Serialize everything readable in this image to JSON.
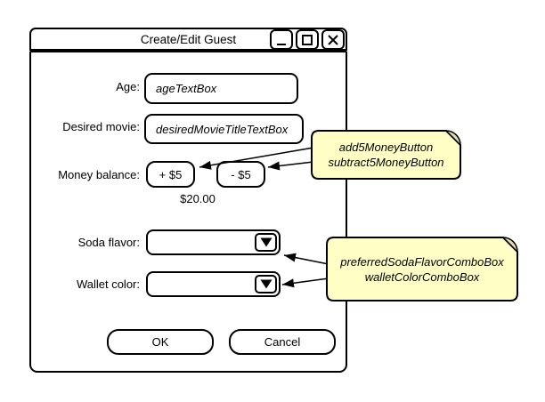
{
  "window": {
    "title": "Create/Edit Guest",
    "controls": [
      {
        "name": "minimize",
        "icon": "minimize-icon"
      },
      {
        "name": "maximize",
        "icon": "maximize-icon"
      },
      {
        "name": "close",
        "icon": "close-icon"
      }
    ]
  },
  "form": {
    "age": {
      "label": "Age:",
      "value": "ageTextBox"
    },
    "desired_movie": {
      "label": "Desired movie:",
      "value": "desiredMovieTitleTextBox"
    },
    "money_balance": {
      "label": "Money balance:",
      "add_button": "+ $5",
      "subtract_button": "- $5",
      "amount": "$20.00"
    },
    "soda_flavor": {
      "label": "Soda flavor:",
      "value": "",
      "icon": "dropdown-arrow-icon"
    },
    "wallet_color": {
      "label": "Wallet color:",
      "value": "",
      "icon": "dropdown-arrow-icon"
    },
    "ok_button": "OK",
    "cancel_button": "Cancel"
  },
  "annotations": {
    "note1": {
      "lines": [
        "add5MoneyButton",
        "subtract5MoneyButton"
      ]
    },
    "note2": {
      "lines": [
        "preferredSodaFlavorComboBox",
        "walletColorComboBox"
      ]
    }
  },
  "colors": {
    "note_fill": "#FFFFC5",
    "note_fold": "#DEDEA0",
    "stroke": "#000000",
    "background": "#FFFFFF"
  }
}
